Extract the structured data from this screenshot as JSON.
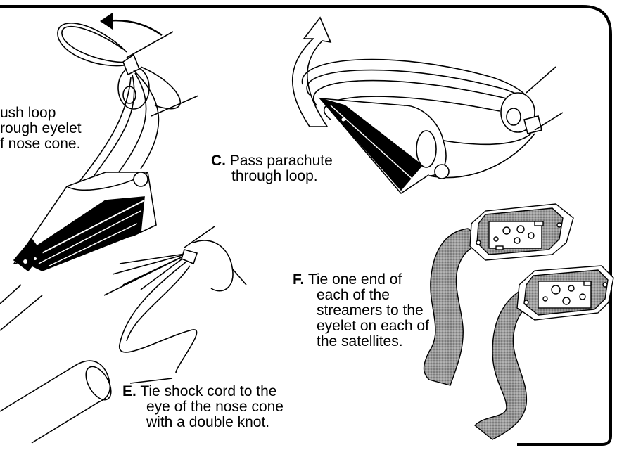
{
  "captions": {
    "b": {
      "lines": [
        "ush loop",
        "rough eyelet",
        "f nose cone."
      ]
    },
    "c": {
      "letter": "C.",
      "lines": [
        "Pass parachute",
        "through loop."
      ]
    },
    "f": {
      "letter": "F.",
      "lines": [
        "Tie one end of",
        "each of the",
        "streamers to the",
        "eyelet on each of",
        "the satellites."
      ]
    },
    "e": {
      "letter": "E.",
      "lines": [
        "Tie shock cord to the",
        "eye of the nose cone",
        "with a double knot."
      ]
    }
  }
}
